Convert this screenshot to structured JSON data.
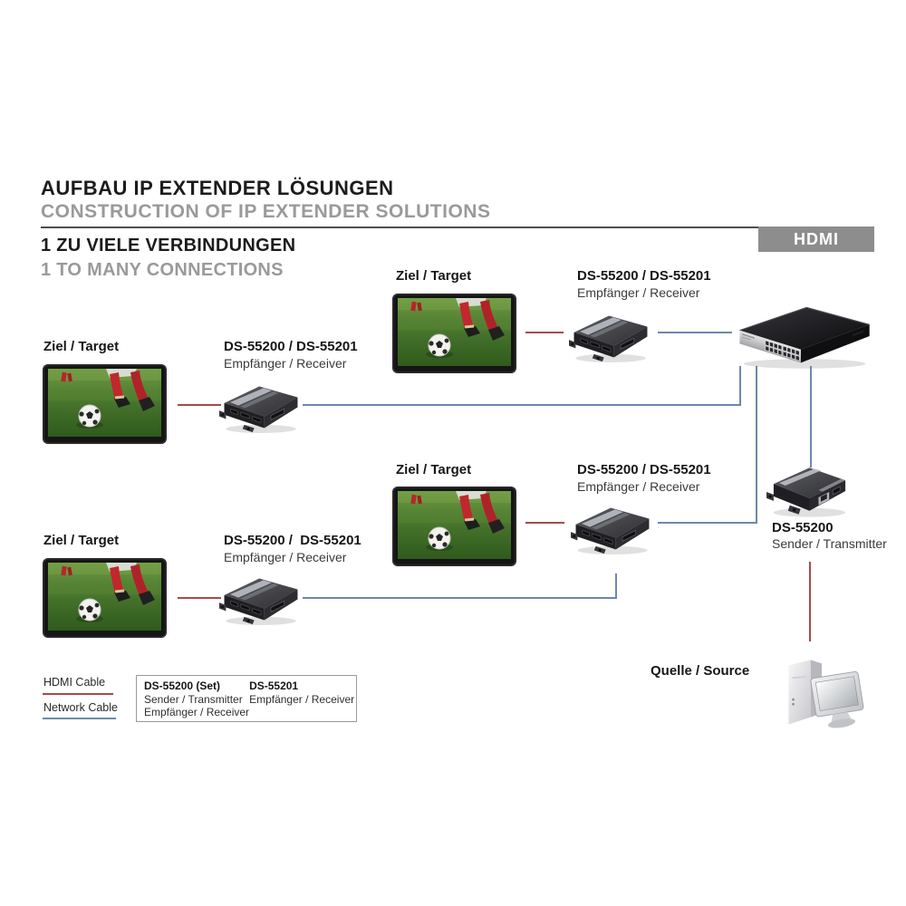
{
  "header": {
    "title_de": "AUFBAU IP EXTENDER LÖSUNGEN",
    "title_en": "CONSTRUCTION OF IP EXTENDER SOLUTIONS",
    "section_de": "1 ZU VIELE VERBINDUNGEN",
    "section_en": "1 TO MANY CONNECTIONS",
    "badge_label": "HDMI"
  },
  "labels": {
    "target": "Ziel / Target",
    "source": "Quelle / Source"
  },
  "devices": {
    "receiver1": {
      "model": "DS-55200 / DS-55201",
      "role": "Empfänger / Receiver"
    },
    "receiver2": {
      "model": "DS-55200 / DS-55201",
      "role": "Empfänger / Receiver"
    },
    "receiver3": {
      "model": "DS-55200 / DS-55201",
      "role": "Empfänger / Receiver"
    },
    "receiver4": {
      "model": "DS-55200 /  DS-55201",
      "role": "Empfänger / Receiver"
    },
    "transmitter": {
      "model": "DS-55200",
      "role": "Sender / Transmitter"
    }
  },
  "legend": {
    "hdmi_cable": "HDMI Cable",
    "network_cable": "Network Cable",
    "set_box": {
      "set_model": "DS-55200 (Set)",
      "set_role1": "Sender / Transmitter",
      "set_role2": "Empfänger / Receiver",
      "rx_model": "DS-55201",
      "rx_role": "Empfänger / Receiver"
    }
  },
  "icons": {
    "monitor": "target-monitor-icon",
    "receiver": "receiver-device-icon",
    "transmitter": "transmitter-device-icon",
    "switch": "network-switch-icon",
    "computer": "source-computer-icon"
  },
  "colors": {
    "hdmi_cable": "#a9494e",
    "network_cable": "#6d87ae",
    "badge_bg": "#8d8d8d",
    "muted_text": "#9a9a9a"
  }
}
